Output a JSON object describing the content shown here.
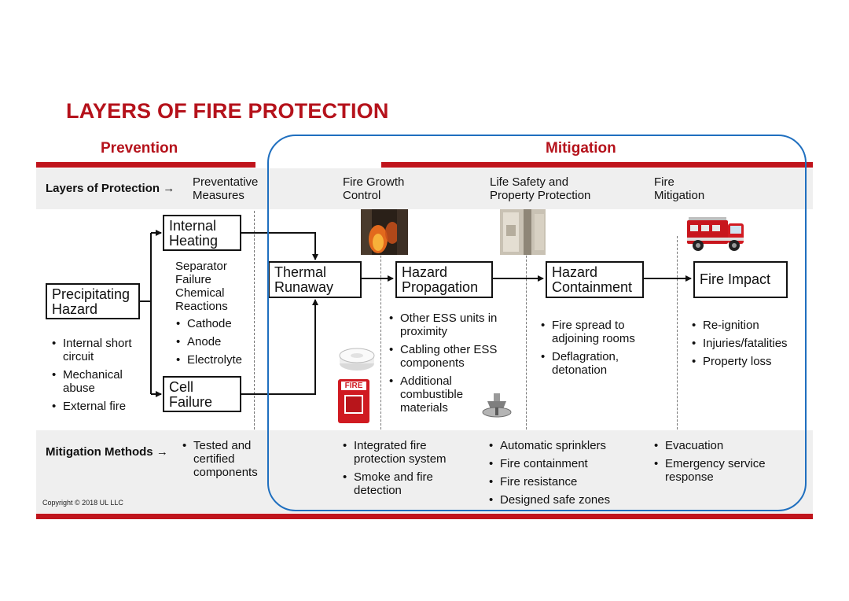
{
  "title": "LAYERS OF FIRE PROTECTION",
  "sections": {
    "prevention": "Prevention",
    "mitigation": "Mitigation"
  },
  "rows": {
    "layers": "Layers of Protection →",
    "methods": "Mitigation Methods →"
  },
  "columns": {
    "preventative": [
      "Preventative",
      "Measures"
    ],
    "fire_growth": [
      "Fire Growth",
      "Control"
    ],
    "life_safety": [
      "Life Safety and",
      "Property Protection"
    ],
    "fire_mitigation": [
      "Fire",
      "Mitigation"
    ]
  },
  "boxes": {
    "precipitating": [
      "Precipitating",
      "Hazard"
    ],
    "internal_heating": [
      "Internal",
      "Heating"
    ],
    "cell_failure": [
      "Cell",
      "Failure"
    ],
    "thermal_runaway": [
      "Thermal",
      "Runaway"
    ],
    "hazard_propagation": [
      "Hazard",
      "Propagation"
    ],
    "hazard_containment": [
      "Hazard",
      "Containment"
    ],
    "fire_impact": [
      "Fire Impact"
    ]
  },
  "precipitating_causes": [
    "Internal short circuit",
    "Mechanical abuse",
    "External fire"
  ],
  "separator_text": [
    "Separator",
    "Failure",
    "Chemical",
    "Reactions"
  ],
  "chemical_reactions": [
    "Cathode",
    "Anode",
    "Electrolyte"
  ],
  "propagation_items": [
    "Other ESS units in proximity",
    "Cabling other ESS components",
    "Additional combustible materials"
  ],
  "containment_items": [
    "Fire spread to adjoining rooms",
    "Deflagration, detonation"
  ],
  "impact_items": [
    "Re-ignition",
    "Injuries/fatalities",
    "Property loss"
  ],
  "methods": {
    "preventative": [
      "Tested and certified components"
    ],
    "fire_growth": [
      "Integrated fire protection system",
      "Smoke and fire detection"
    ],
    "life_safety": [
      "Automatic sprinklers",
      "Fire containment",
      "Fire resistance",
      "Designed safe zones"
    ],
    "fire_mitigation": [
      "Evacuation",
      "Emergency service response"
    ]
  },
  "pictures": {
    "alarm_label": "FIRE"
  },
  "copyright": "Copyright © 2018 UL LLC",
  "colors": {
    "accent_red": "#c0141c",
    "mitigation_outline": "#1f6fbf",
    "band_gray": "#efefef"
  }
}
